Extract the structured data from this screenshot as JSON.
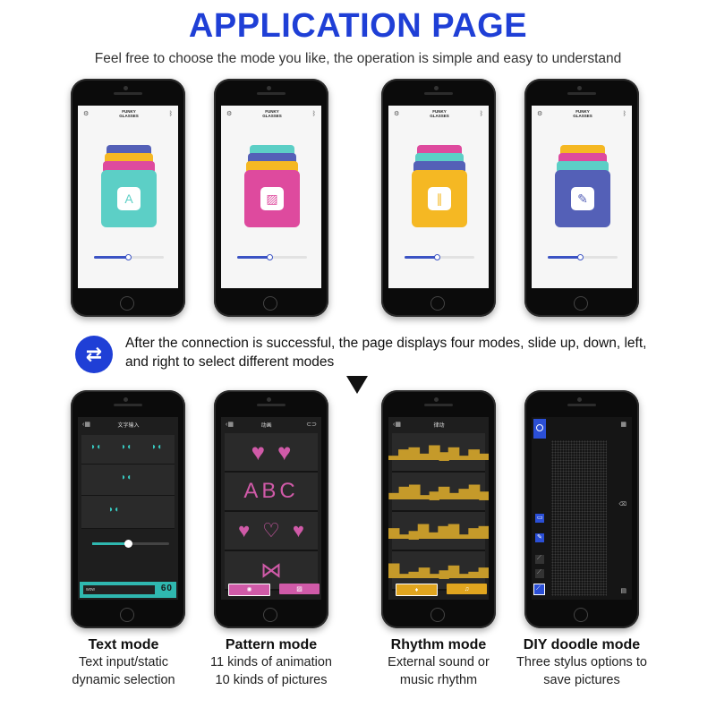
{
  "header": {
    "title": "APPLICATION PAGE",
    "subtitle": "Feel free to choose the mode you like, the operation is simple and easy to understand"
  },
  "top_phones": [
    {
      "logo_line1": "FUNKY",
      "logo_line2": "GLASSES",
      "card_color": "#5ccfc6",
      "icon": "A",
      "icon_name": "letter-a-icon"
    },
    {
      "logo_line1": "FUNKY",
      "logo_line2": "GLASSES",
      "card_color": "#de4a9e",
      "icon": "▨",
      "icon_name": "image-icon"
    },
    {
      "logo_line1": "FUNKY",
      "logo_line2": "GLASSES",
      "card_color": "#f5b823",
      "icon": "∥",
      "icon_name": "sound-wave-icon"
    },
    {
      "logo_line1": "FUNKY",
      "logo_line2": "GLASSES",
      "card_color": "#5460b7",
      "icon": "✎",
      "icon_name": "edit-icon"
    }
  ],
  "middle": {
    "description": "After the connection is successful, the page displays four modes, slide up, down, left, and right to select different modes"
  },
  "bottom_phones": [
    {
      "title": "文字输入",
      "input_value": "wow",
      "number": "60"
    },
    {
      "title": "动画",
      "row_text": "ABC"
    },
    {
      "title": "律动"
    },
    {
      "title": ""
    }
  ],
  "modes": [
    {
      "name": "Text mode",
      "line1": "Text input/static",
      "line2": "dynamic selection"
    },
    {
      "name": "Pattern mode",
      "line1": "11 kinds of animation",
      "line2": "10 kinds of pictures"
    },
    {
      "name": "Rhythm mode",
      "line1": "External sound or",
      "line2": "music rhythm"
    },
    {
      "name": "DIY doodle mode",
      "line1": "Three stylus options to",
      "line2": "save pictures"
    }
  ],
  "colors": {
    "accent": "#1f3fd6",
    "teal": "#2fb8b0",
    "pink": "#d05aa8",
    "gold": "#c59a2a",
    "blue": "#3b53c4"
  }
}
